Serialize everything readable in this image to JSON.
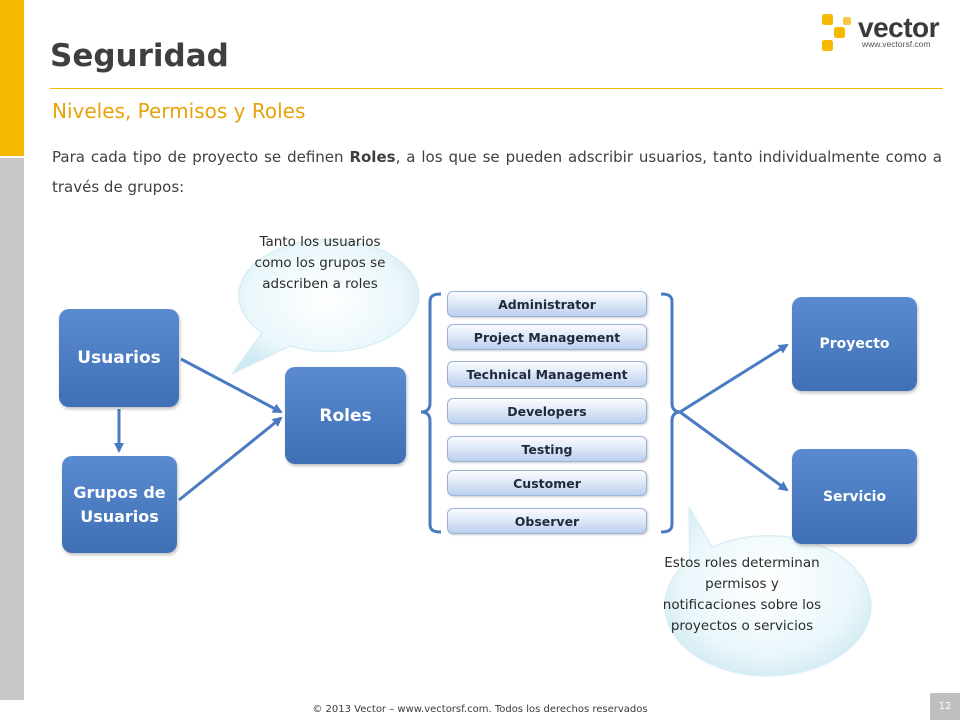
{
  "header": {
    "title": "Seguridad",
    "subtitle": "Niveles, Permisos y Roles",
    "intro_before": "Para cada tipo de proyecto se definen ",
    "intro_bold": "Roles",
    "intro_after": ", a los que se pueden adscribir usuarios, tanto individualmente como a través de grupos:"
  },
  "logo": {
    "name": "vector",
    "url": "www.vectorsf.com",
    "color": "#f7b800"
  },
  "diagram": {
    "usuarios": "Usuarios",
    "grupos": "Grupos de Usuarios",
    "roles": "Roles",
    "role_list": [
      "Administrator",
      "Project Management",
      "Technical Management",
      "Developers",
      "Testing",
      "Customer",
      "Observer"
    ],
    "proyecto": "Proyecto",
    "servicio": "Servicio",
    "bubble_left": "Tanto los usuarios como los grupos se adscriben a roles",
    "bubble_right": "Estos roles determinan permisos y notificaciones sobre los proyectos o servicios"
  },
  "footer": {
    "copyright": "© 2013 Vector – www.vectorsf.com. Todos los derechos reservados",
    "page_number": "12"
  },
  "colors": {
    "accent": "#f7b800",
    "box_blue": "#4a7bc2",
    "subtitle_orange": "#e8a20b"
  }
}
